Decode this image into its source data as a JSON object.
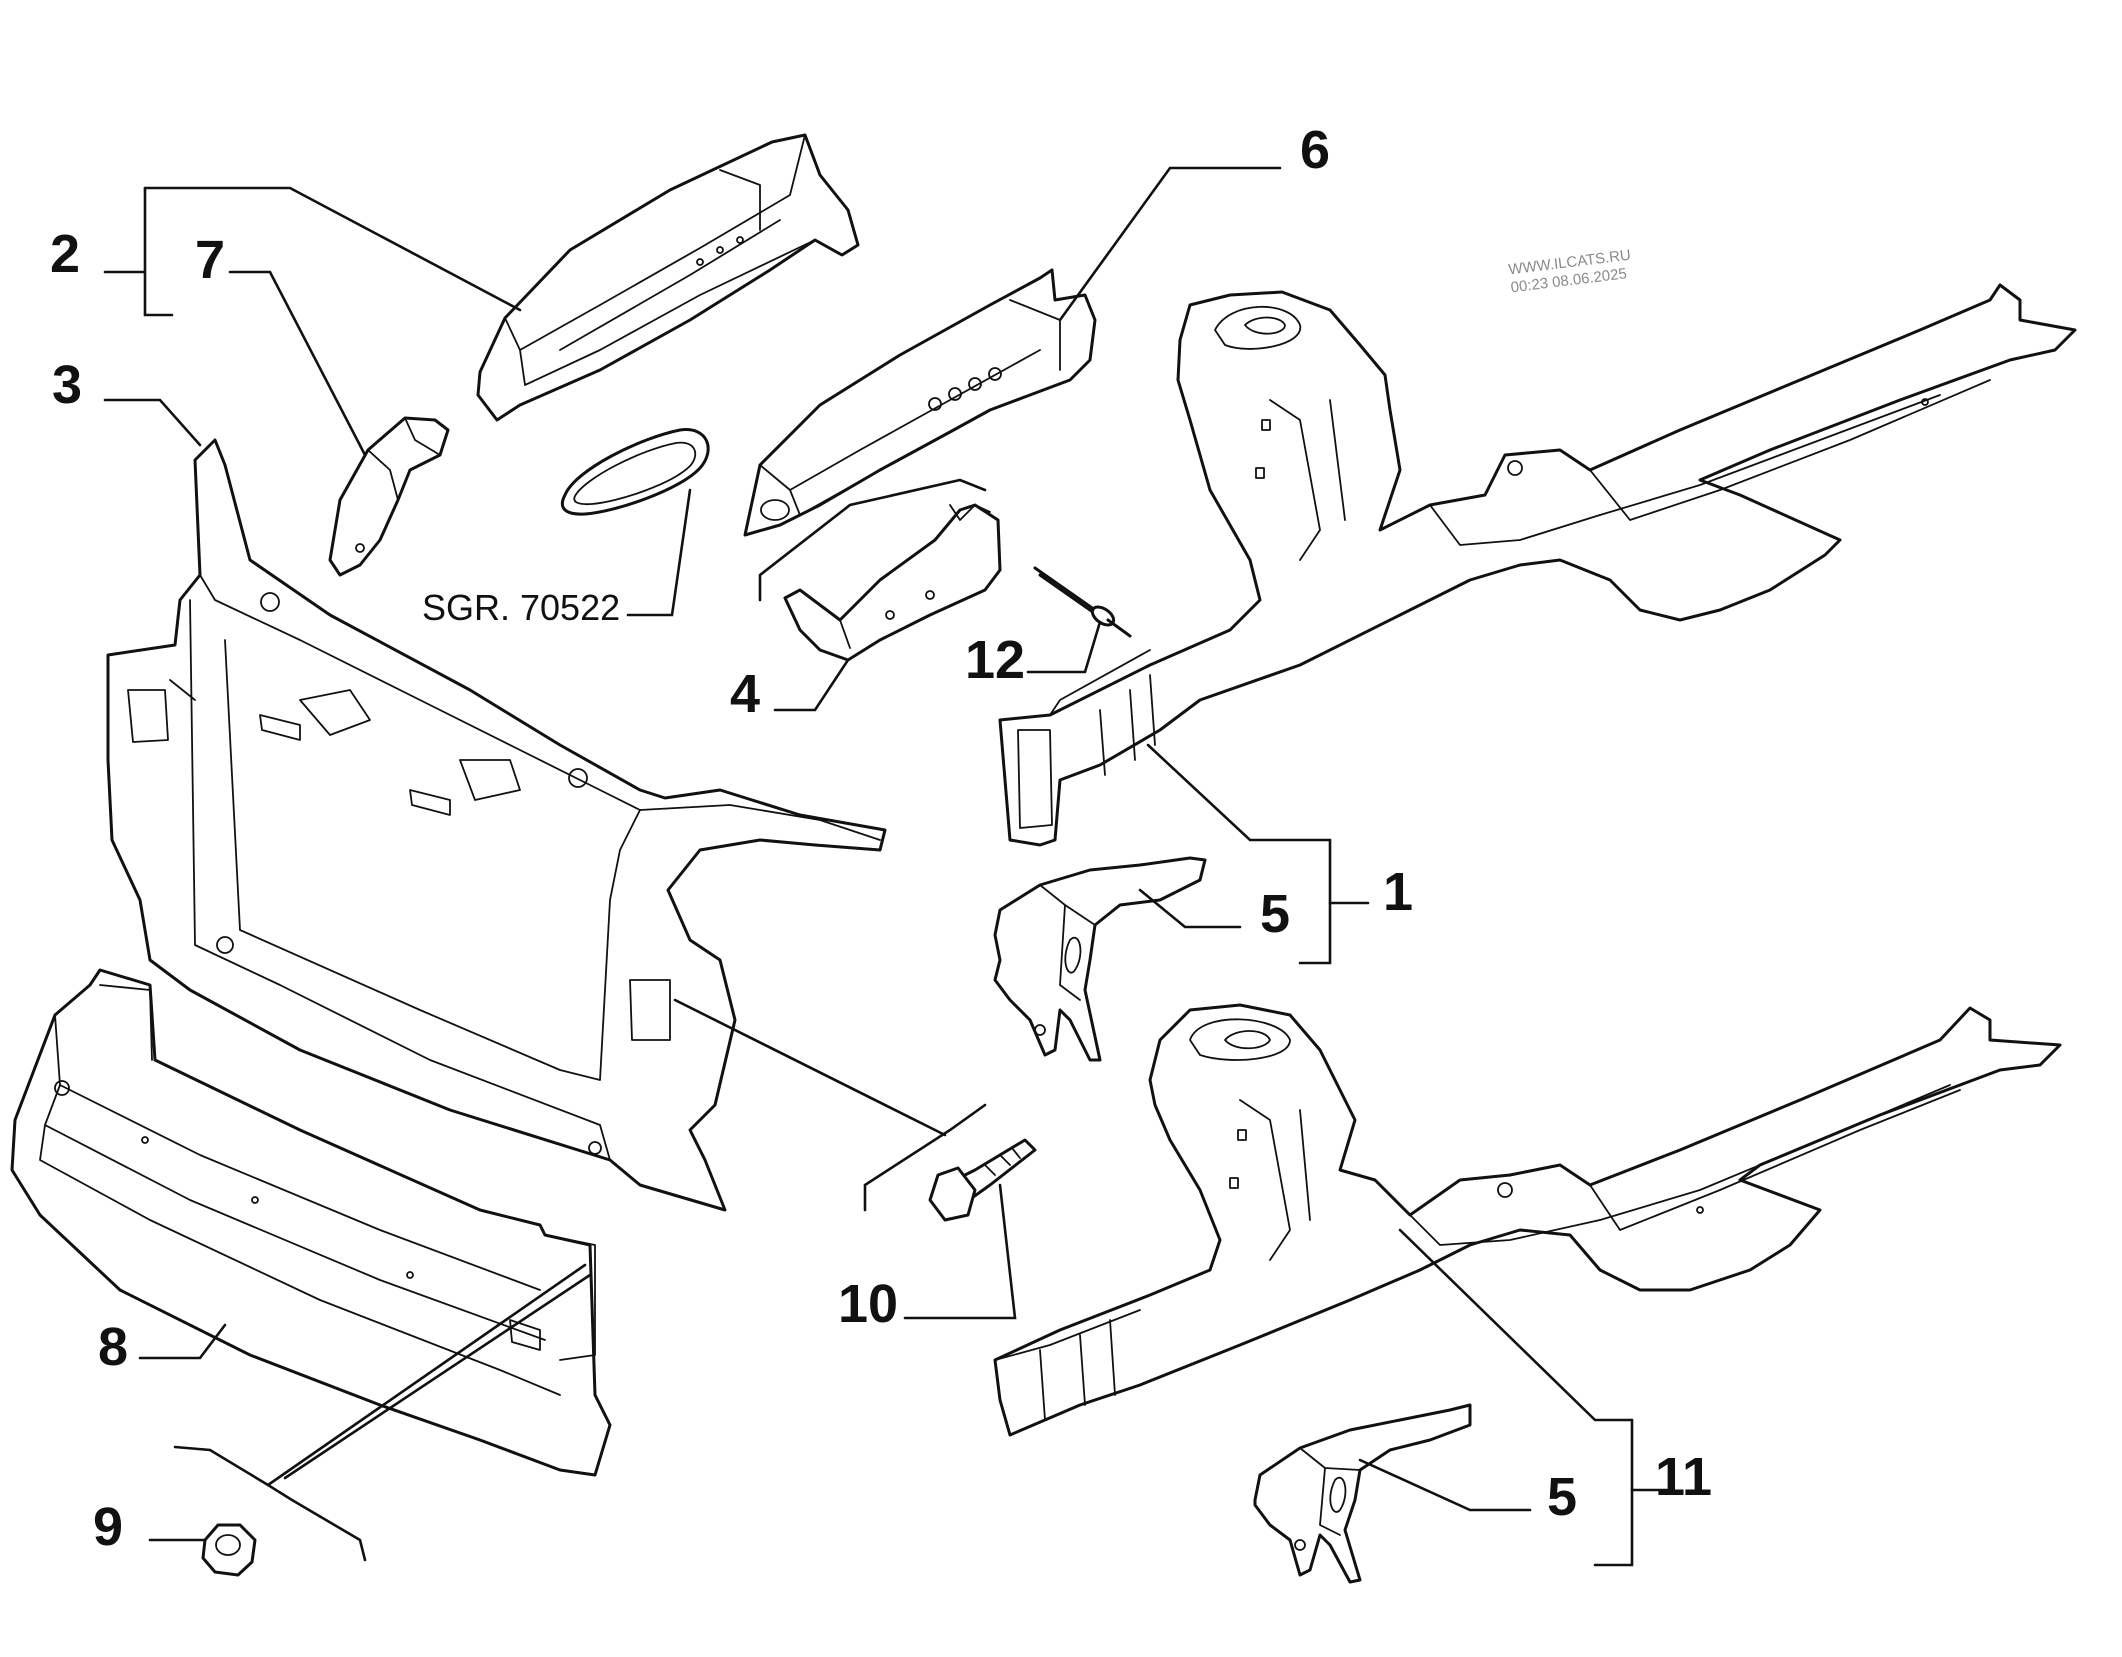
{
  "watermark": {
    "site": "WWW.ILCATS.RU",
    "timestamp": "00:23 08.06.2025"
  },
  "reference_label": "SGR. 70522",
  "callouts": {
    "c1": "1",
    "c2": "2",
    "c3": "3",
    "c4": "4",
    "c5a": "5",
    "c5b": "5",
    "c6": "6",
    "c7": "7",
    "c8": "8",
    "c9": "9",
    "c10": "10",
    "c11": "11",
    "c12": "12"
  }
}
